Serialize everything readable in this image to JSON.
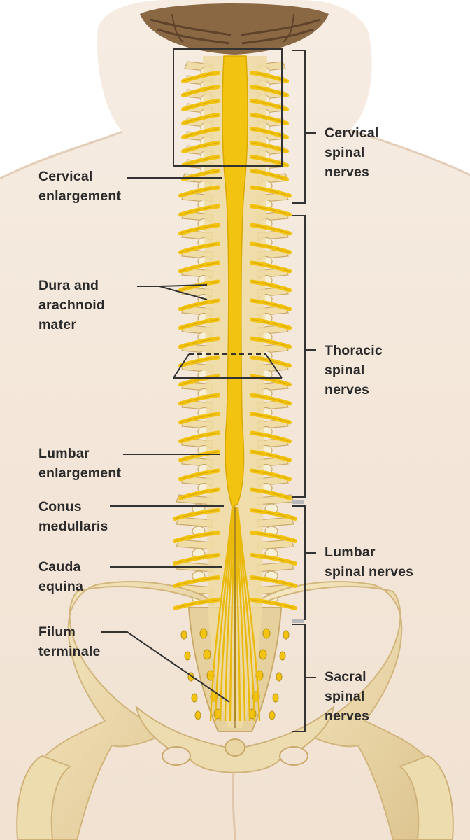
{
  "diagram": {
    "left_labels": [
      {
        "id": "cervical-enlargement",
        "lines": [
          "Cervical",
          "enlargement"
        ]
      },
      {
        "id": "dura-arachnoid",
        "lines": [
          "Dura and",
          "arachnoid",
          "mater"
        ]
      },
      {
        "id": "lumbar-enlargement",
        "lines": [
          "Lumbar",
          "enlargement"
        ]
      },
      {
        "id": "conus-medullaris",
        "lines": [
          "Conus",
          "medullaris"
        ]
      },
      {
        "id": "cauda-equina",
        "lines": [
          "Cauda",
          "equina"
        ]
      },
      {
        "id": "filum-terminale",
        "lines": [
          "Filum",
          "terminale"
        ]
      }
    ],
    "right_labels": [
      {
        "id": "cervical-spinal-nerves",
        "lines": [
          "Cervical",
          "spinal",
          "nerves"
        ]
      },
      {
        "id": "thoracic-spinal-nerves",
        "lines": [
          "Thoracic",
          "spinal",
          "nerves"
        ]
      },
      {
        "id": "lumbar-spinal-nerves",
        "lines": [
          "Lumbar",
          "spinal nerves"
        ]
      },
      {
        "id": "sacral-spinal-nerves",
        "lines": [
          "Sacral",
          "spinal",
          "nerves"
        ]
      }
    ]
  },
  "colors": {
    "skin": "#f3e6d8",
    "bone": "#f0dfae",
    "bone_shadow": "#d9c089",
    "cord": "#f2c311",
    "brain": "#7a5a3c",
    "line": "#333333"
  }
}
